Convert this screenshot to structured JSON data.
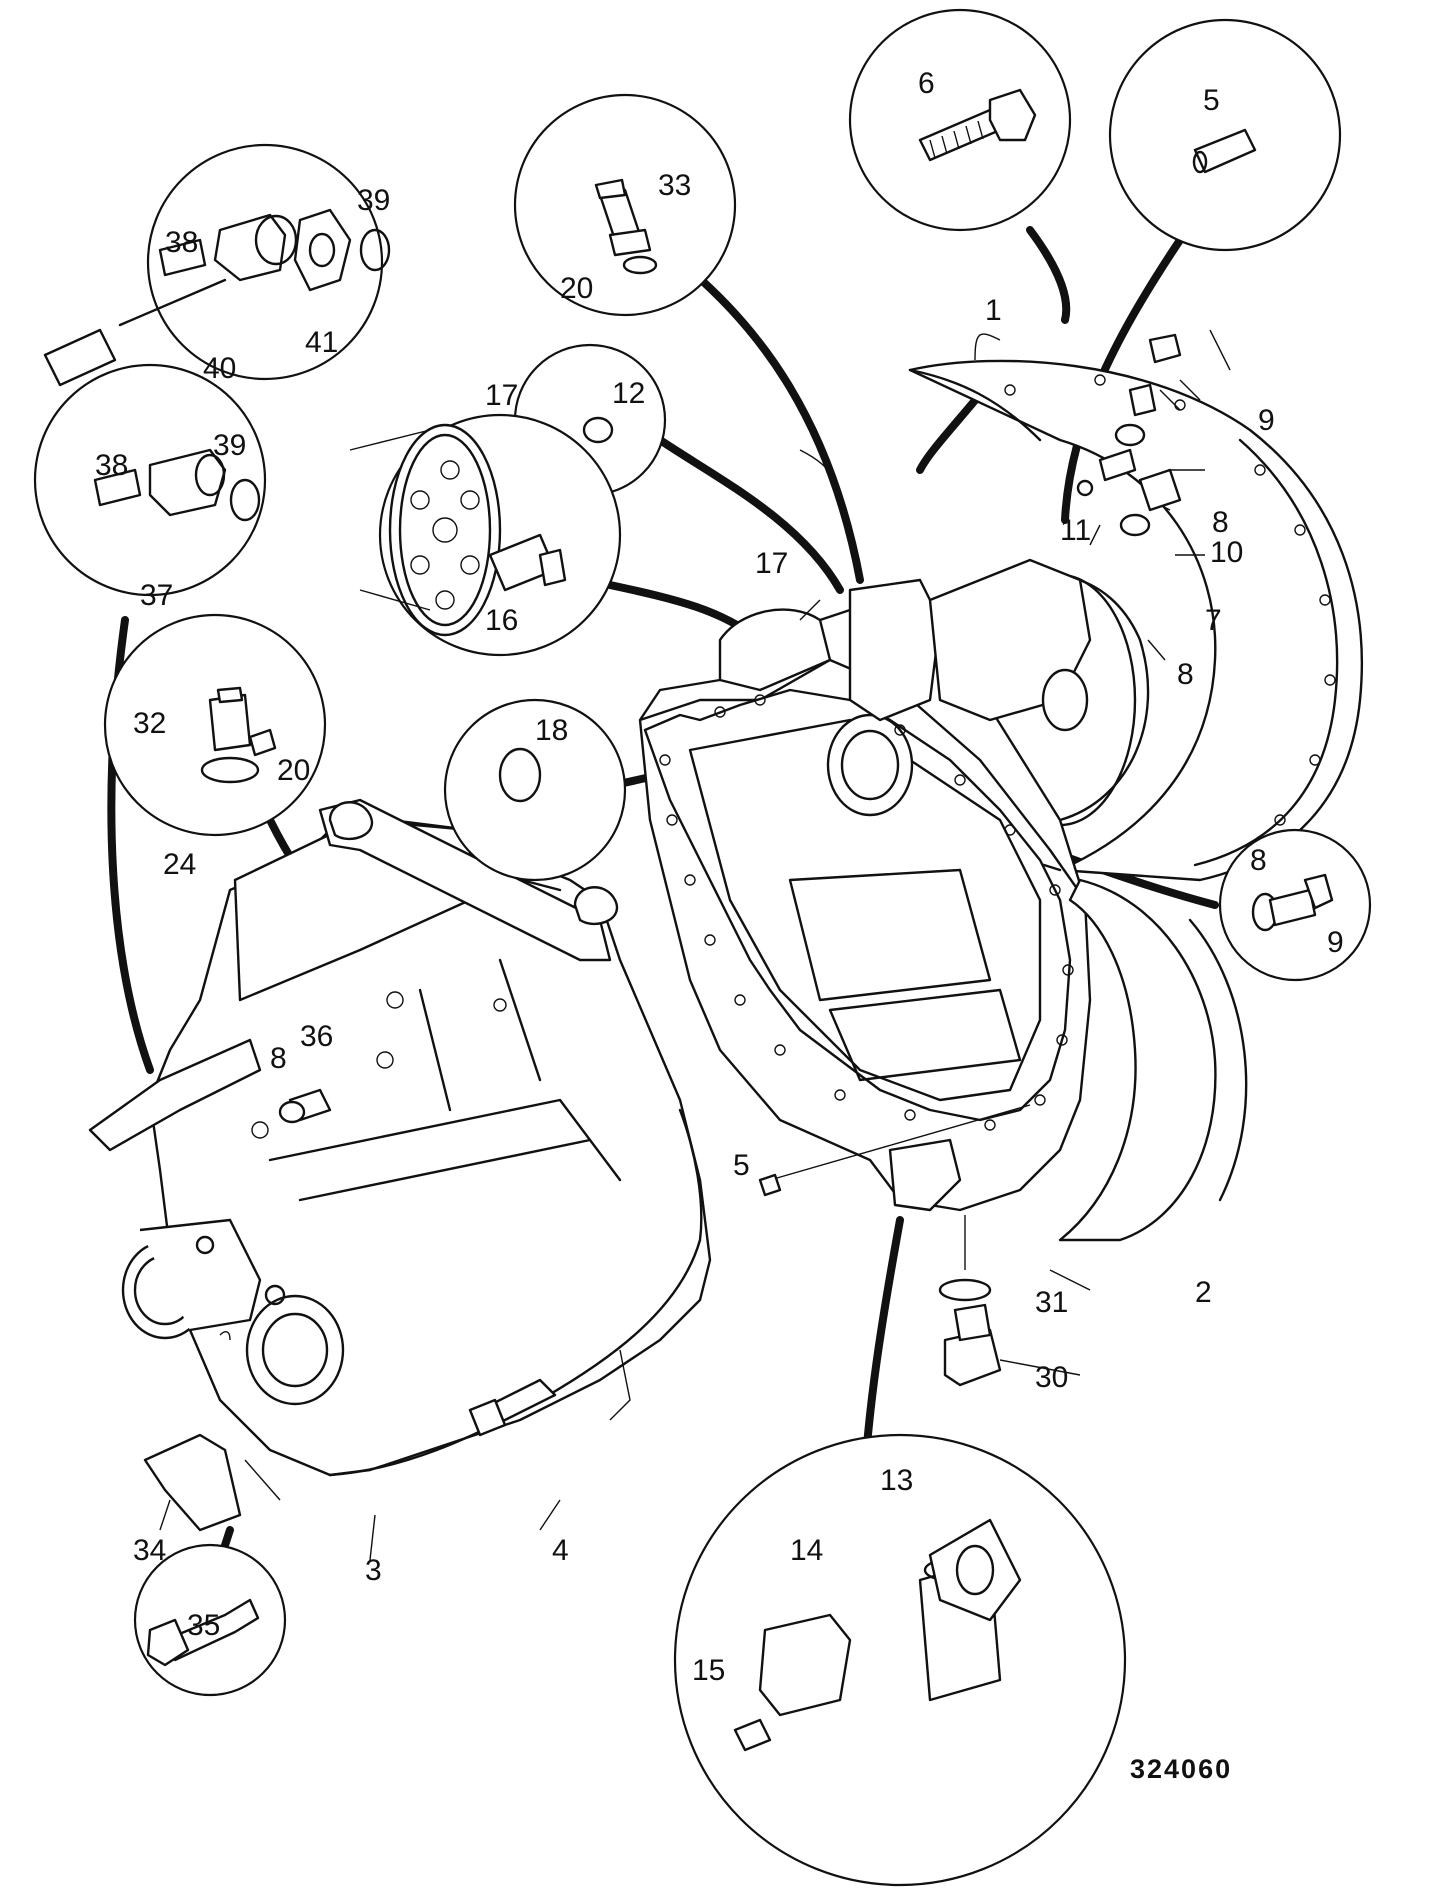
{
  "drawing_number": "324060",
  "callouts": [
    {
      "id": "c1",
      "text": "1"
    },
    {
      "id": "c2",
      "text": "2"
    },
    {
      "id": "c3",
      "text": "3"
    },
    {
      "id": "c4",
      "text": "4"
    },
    {
      "id": "c5-top",
      "text": "5"
    },
    {
      "id": "c5-mid",
      "text": "5"
    },
    {
      "id": "c6",
      "text": "6"
    },
    {
      "id": "c7",
      "text": "7"
    },
    {
      "id": "c8-a",
      "text": "8"
    },
    {
      "id": "c8-b",
      "text": "8"
    },
    {
      "id": "c8-c",
      "text": "8"
    },
    {
      "id": "c8-d",
      "text": "8"
    },
    {
      "id": "c9-a",
      "text": "9"
    },
    {
      "id": "c9-b",
      "text": "9"
    },
    {
      "id": "c10",
      "text": "10"
    },
    {
      "id": "c11",
      "text": "11"
    },
    {
      "id": "c12",
      "text": "12"
    },
    {
      "id": "c13",
      "text": "13"
    },
    {
      "id": "c14",
      "text": "14"
    },
    {
      "id": "c15",
      "text": "15"
    },
    {
      "id": "c16",
      "text": "16"
    },
    {
      "id": "c17-a",
      "text": "17"
    },
    {
      "id": "c17-b",
      "text": "17"
    },
    {
      "id": "c18",
      "text": "18"
    },
    {
      "id": "c20-a",
      "text": "20"
    },
    {
      "id": "c20-b",
      "text": "20"
    },
    {
      "id": "c24",
      "text": "24"
    },
    {
      "id": "c30",
      "text": "30"
    },
    {
      "id": "c31",
      "text": "31"
    },
    {
      "id": "c32",
      "text": "32"
    },
    {
      "id": "c33",
      "text": "33"
    },
    {
      "id": "c34",
      "text": "34"
    },
    {
      "id": "c35",
      "text": "35"
    },
    {
      "id": "c36",
      "text": "36"
    },
    {
      "id": "c37",
      "text": "37"
    },
    {
      "id": "c38-a",
      "text": "38"
    },
    {
      "id": "c38-b",
      "text": "38"
    },
    {
      "id": "c39-a",
      "text": "39"
    },
    {
      "id": "c39-b",
      "text": "39"
    },
    {
      "id": "c40",
      "text": "40"
    },
    {
      "id": "c41",
      "text": "41"
    }
  ]
}
